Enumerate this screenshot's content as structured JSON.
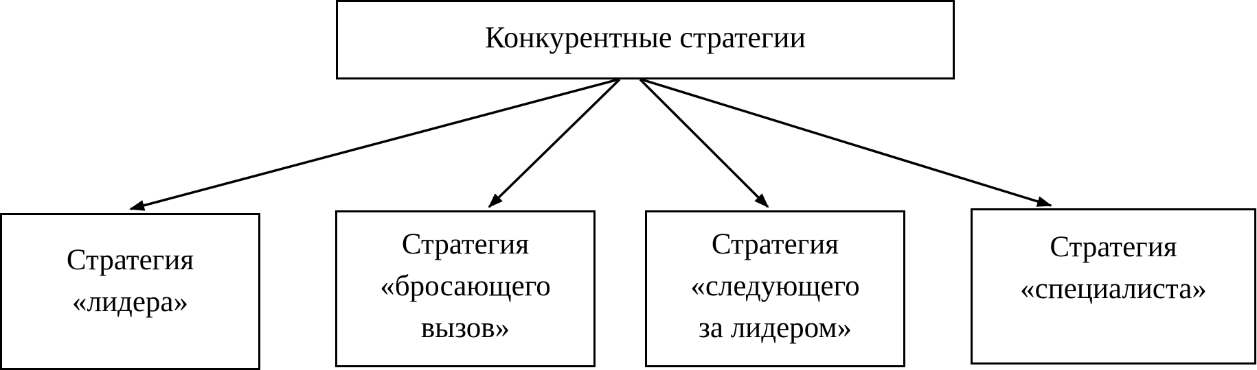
{
  "root": {
    "label": "Конкурентные стратегии"
  },
  "children": [
    {
      "id": "leader",
      "lines": [
        "Стратегия",
        "«лидера»"
      ]
    },
    {
      "id": "challenger",
      "lines": [
        "Стратегия",
        "«бросающего",
        "вызов»"
      ]
    },
    {
      "id": "follower",
      "lines": [
        "Стратегия",
        "«следующего",
        "за лидером»"
      ]
    },
    {
      "id": "specialist",
      "lines": [
        "Стратегия",
        "«специалиста»"
      ]
    }
  ],
  "colors": {
    "line": "#000000",
    "box_border": "#000000",
    "background": "#ffffff",
    "text": "#000000"
  }
}
